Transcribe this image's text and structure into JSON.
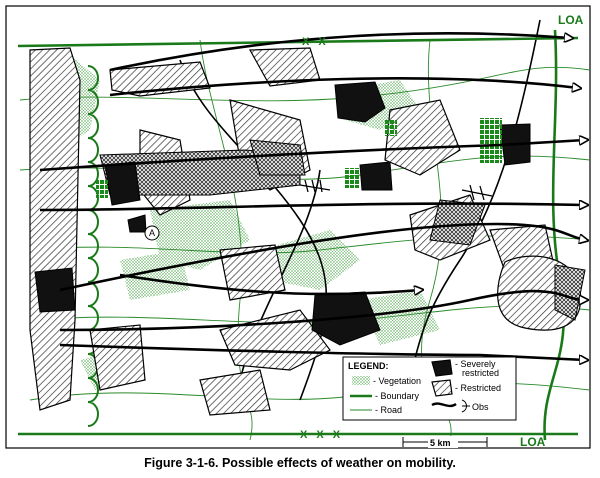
{
  "figure": {
    "caption": "Figure 3-1-6.  Possible effects of weather on mobility."
  },
  "map": {
    "loa_top": "LOA",
    "loa_bottom": "LOA",
    "boundary_top_marker": "X X",
    "boundary_bottom_marker": "X X X",
    "point_marker": "A"
  },
  "legend": {
    "title": "LEGEND:",
    "vegetation": "- Vegetation",
    "boundary": "- Boundary",
    "road": "- Road",
    "severely": "- Severely",
    "restricted_line": "restricted",
    "restricted": "- Restricted",
    "obs": "Obs"
  },
  "scale": {
    "label": "5 km"
  },
  "colors": {
    "boundary_green": "#1a7a1a",
    "vegetation_green": "#8fc98f",
    "restricted_hatch": "#222222",
    "severely_fill": "#111111"
  }
}
